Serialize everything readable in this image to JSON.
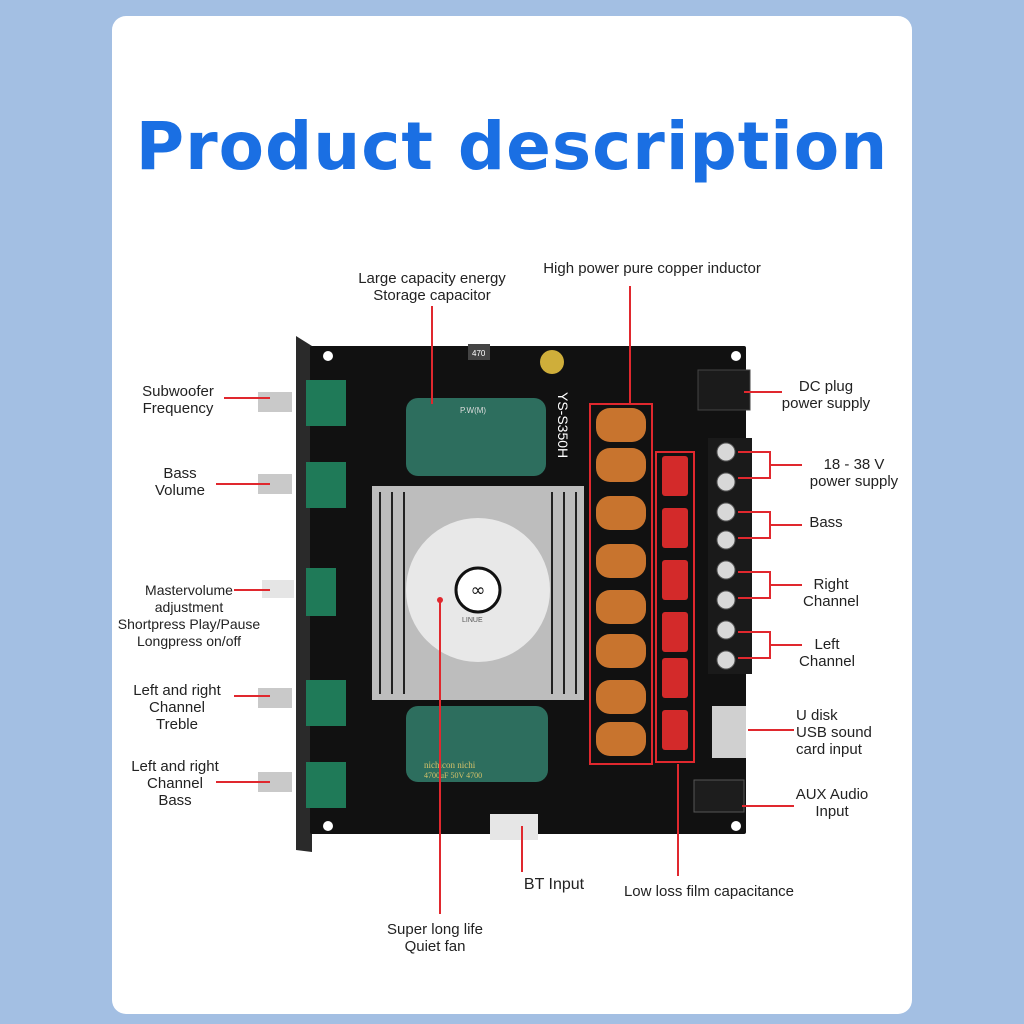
{
  "title": "Product description",
  "labels": {
    "capacitor": "Large capacity energy\nStorage capacitor",
    "inductor": "High power pure copper inductor",
    "subwoofer": "Subwoofer\nFrequency",
    "bass_volume": "Bass\nVolume",
    "master": "Mastervolume\nadjustment\nShortpress Play/Pause\nLongpress on/off",
    "treble": "Left and right\nChannel\nTreble",
    "lr_bass": "Left and right\nChannel\nBass",
    "dc": "DC plug\npower supply",
    "power": "18 - 38 V\npower supply",
    "bass_out": "Bass",
    "right": "Right\nChannel",
    "left": "Left\nChannel",
    "udisk": "U disk\nUSB sound\ncard input",
    "aux": "AUX Audio\nInput",
    "bt": "BT Input",
    "film": "Low loss film capacitance",
    "fan": "Super long life\nQuiet fan"
  },
  "board": {
    "model": "YS-S350H",
    "inductor_code": "470",
    "cap_top_text": "P.W(M)",
    "cap_bottom_text": "nichicon nichi",
    "cap_bottom_text2": "4700uF 50V 4700",
    "fan_brand": "LINUE"
  },
  "colors": {
    "accent": "#1a6fe3",
    "leader": "#e0282e",
    "pcb": "#101010",
    "capacitor": "#2d6e5e"
  }
}
